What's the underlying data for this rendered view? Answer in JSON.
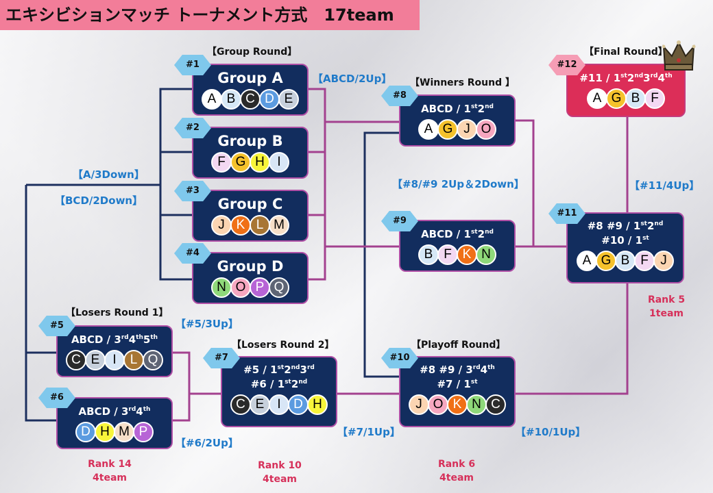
{
  "title": "エキシビションマッチ トーナメント方式　17team",
  "sections": {
    "group_round": "【Group Round】",
    "winners_round": "【Winners Round 】",
    "final_round": "【Final Round】",
    "losers_round1": "【Losers Round 1】",
    "losers_round2": "【Losers Round 2】",
    "playoff_round": "【Playoff Round】"
  },
  "rules": {
    "abcd_2up": "【ABCD/2Up】",
    "a_3down": "【A/3Down】",
    "bcd_2down": "【BCD/2Down】",
    "w_2up_2down": "【#8/#9 2Up＆2Down】",
    "r11_4up": "【#11/4Up】",
    "r5_3up": "【#5/3Up】",
    "r6_2up": "【#6/2Up】",
    "r7_1up": "【#7/1Up】",
    "r10_1up": "【#10/1Up】"
  },
  "ranks": [
    {
      "rank": "Rank 14",
      "teams": "4team"
    },
    {
      "rank": "Rank 10",
      "teams": "4team"
    },
    {
      "rank": "Rank 6",
      "teams": "4team"
    },
    {
      "rank": "Rank 5",
      "teams": "1team"
    }
  ],
  "matches": {
    "m1": {
      "badge": "#1",
      "title": "Group A",
      "teams": [
        "A",
        "B",
        "C",
        "D",
        "E"
      ]
    },
    "m2": {
      "badge": "#2",
      "title": "Group B",
      "teams": [
        "F",
        "G",
        "H",
        "I"
      ]
    },
    "m3": {
      "badge": "#3",
      "title": "Group C",
      "teams": [
        "J",
        "K",
        "L",
        "M"
      ]
    },
    "m4": {
      "badge": "#4",
      "title": "Group D",
      "teams": [
        "N",
        "O",
        "P",
        "Q"
      ]
    },
    "m5": {
      "badge": "#5",
      "title": "ABCD / 3rd4th5th",
      "teams": [
        "C",
        "E",
        "I",
        "L",
        "Q"
      ]
    },
    "m6": {
      "badge": "#6",
      "title": "ABCD / 3rd4th",
      "teams": [
        "D",
        "H",
        "M",
        "P"
      ]
    },
    "m7": {
      "badge": "#7",
      "title_line1": "#5 / 1st2nd3rd",
      "title_line2": "#6 / 1st2nd",
      "teams": [
        "C",
        "E",
        "I",
        "D",
        "H"
      ]
    },
    "m8": {
      "badge": "#8",
      "title": "ABCD / 1st2nd",
      "teams": [
        "A",
        "G",
        "J",
        "O"
      ]
    },
    "m9": {
      "badge": "#9",
      "title": "ABCD / 1st2nd",
      "teams": [
        "B",
        "F",
        "K",
        "N"
      ]
    },
    "m10": {
      "badge": "#10",
      "title_line1": "#8 #9 / 3rd4th",
      "title_line2": "#7 / 1st",
      "teams": [
        "J",
        "O",
        "K",
        "N",
        "C"
      ]
    },
    "m11": {
      "badge": "#11",
      "title_line1": "#8 #9 / 1st2nd",
      "title_line2": "#10 / 1st",
      "teams": [
        "A",
        "G",
        "B",
        "F",
        "J"
      ]
    },
    "m12": {
      "badge": "#12",
      "title": "#11 / 1st2nd3rd4th",
      "teams": [
        "A",
        "G",
        "B",
        "F"
      ]
    }
  },
  "team_colors": {
    "A": "#ffffff",
    "B": "#d6e8f6",
    "C": "#2a2a2a",
    "D": "#5b9be0",
    "E": "#c7d0dc",
    "F": "#f3d8f2",
    "G": "#f5c22c",
    "H": "#f8f53a",
    "I": "#d8e6f6",
    "J": "#fbd5b2",
    "K": "#f07016",
    "L": "#a87634",
    "M": "#f6dfc8",
    "N": "#8fd97a",
    "O": "#f6a7c0",
    "P": "#b764d6",
    "Q": "#5e6474"
  },
  "accent_colors": {
    "box": "#122d5e",
    "box_border": "#b04fa6",
    "final_box": "#dc2e58",
    "rule_text": "#1f7ac9",
    "rank_text": "#d6305a",
    "title_bar": "#f27d99"
  },
  "icons": [
    "crown-icon"
  ]
}
